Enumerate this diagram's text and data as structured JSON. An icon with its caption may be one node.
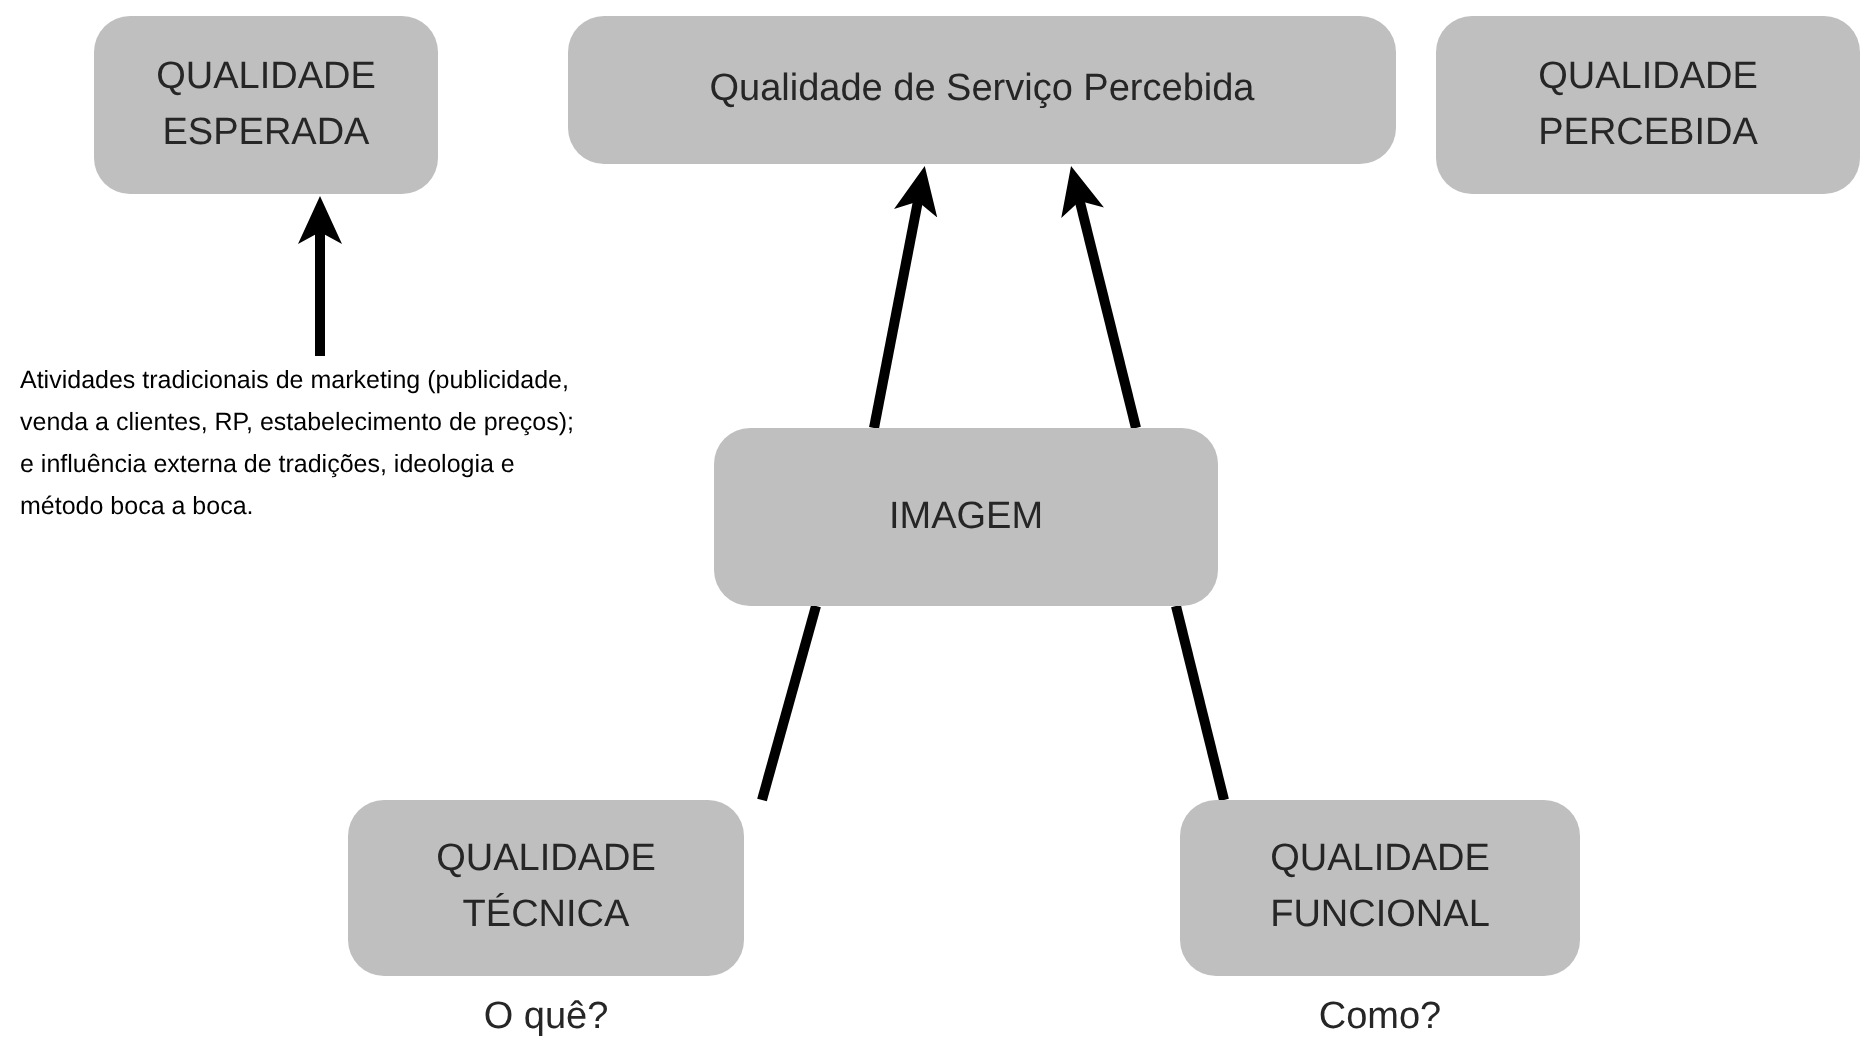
{
  "diagram": {
    "nodes": [
      {
        "text": [
          "QUALIDADE ESPERADA"
        ]
      },
      {
        "text": [
          "Qualidade de Serviço Percebida"
        ]
      },
      {
        "text": [
          "QUALIDADE PERCEBIDA"
        ]
      },
      {
        "text": [
          "Atividades tradicionais de marketing (publicidade, venda a clientes, RP, estabelecimento de preços); e influência externa de tradições, ideologia e método boca a boca."
        ]
      },
      {
        "text": [
          "IMAGEM"
        ]
      },
      {
        "text": [
          "QUALIDADE TÉCNICA"
        ],
        "beside": [
          "O quê?"
        ]
      },
      {
        "text": [
          "QUALIDADE FUNCIONAL"
        ],
        "beside": [
          "Como?"
        ]
      }
    ],
    "edges": [
      {
        "from": 3,
        "to": 0,
        "arrow": "to"
      },
      {
        "from": 4,
        "to": 1,
        "arrow": "to"
      },
      {
        "from": 4,
        "to": 1,
        "arrow": "to"
      },
      {
        "from": 5,
        "to": 4,
        "arrow": "none"
      },
      {
        "from": 6,
        "to": 4,
        "arrow": "none"
      }
    ]
  }
}
